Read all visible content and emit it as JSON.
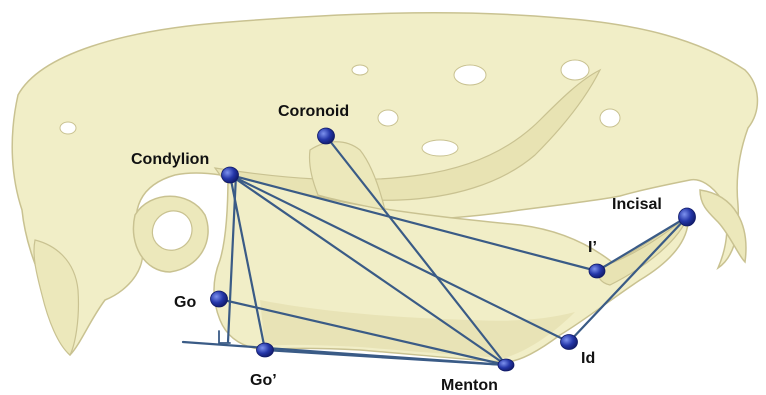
{
  "landmarks": {
    "coronoid": "Coronoid",
    "condylion": "Condylion",
    "incisal": "Incisal",
    "i_prime": "I’",
    "go": "Go",
    "go_prime": "Go’",
    "menton": "Menton",
    "id": "Id"
  },
  "colors": {
    "bone": "#f1eec7",
    "bone_shade": "#e2dcaa",
    "bone_outline": "#c9c291",
    "line": "#3a5b86",
    "point": "#1f2f9a",
    "point_highlight": "#6f86e8",
    "text": "#111111"
  }
}
